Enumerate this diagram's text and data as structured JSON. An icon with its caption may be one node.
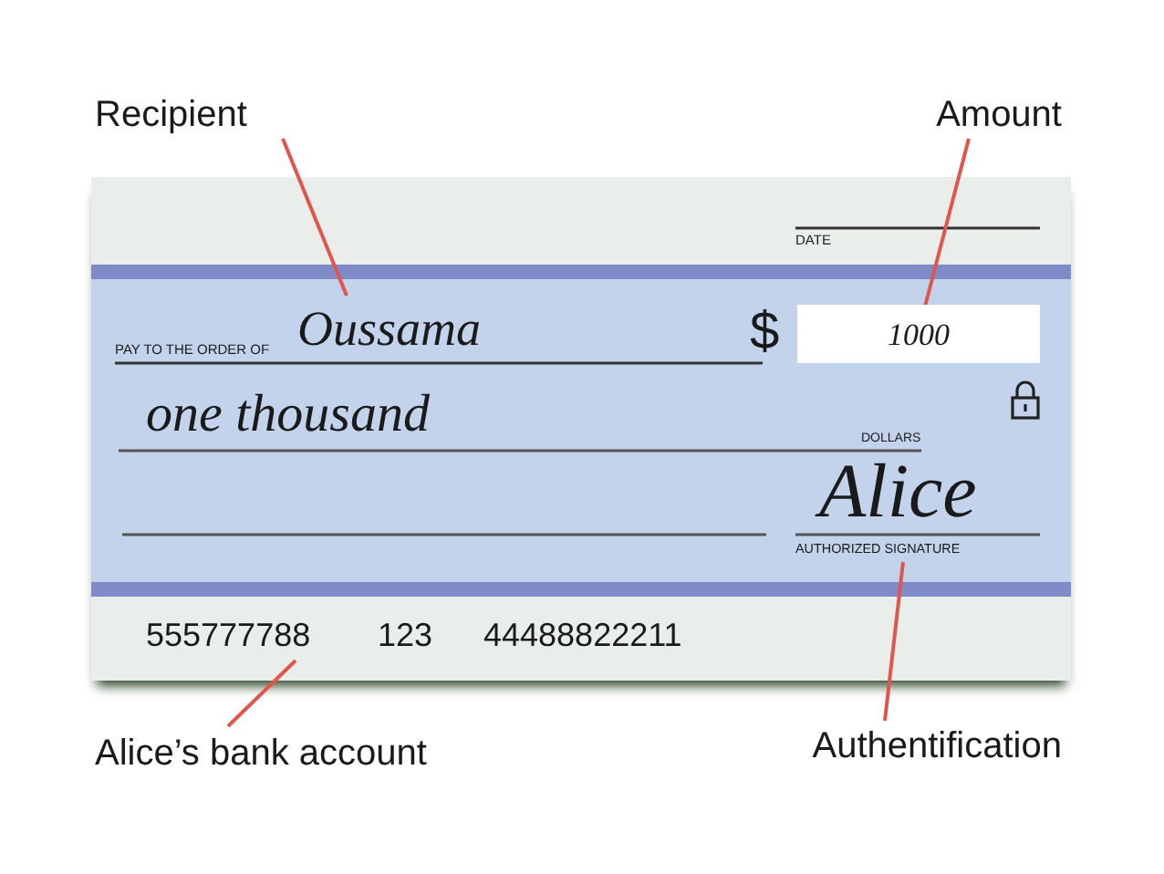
{
  "diagram": {
    "nodes": [
      {
        "text": [
          "Recipient"
        ]
      },
      {
        "text": [
          "Amount"
        ]
      },
      {
        "text": [
          "Oussama"
        ]
      },
      {
        "text": [
          "1000"
        ]
      },
      {
        "text": [
          "AUTHORIZED SIGNATURE"
        ]
      },
      {
        "text": [
          "555777788"
        ]
      },
      {
        "text": [
          "Alice’s bank account"
        ]
      },
      {
        "text": [
          "Authentification"
        ]
      }
    ],
    "edges": [
      {
        "from": 0,
        "to": 2,
        "arrow": "none"
      },
      {
        "from": 1,
        "to": 3,
        "arrow": "none"
      },
      {
        "from": 6,
        "to": 5,
        "arrow": "none"
      },
      {
        "from": 7,
        "to": 4,
        "arrow": "none"
      }
    ],
    "labels": [
      "DATE",
      "PAY TO THE ORDER OF",
      "$",
      "one thousand",
      "DOLLARS",
      "Alice",
      "123",
      "44488822211"
    ]
  }
}
